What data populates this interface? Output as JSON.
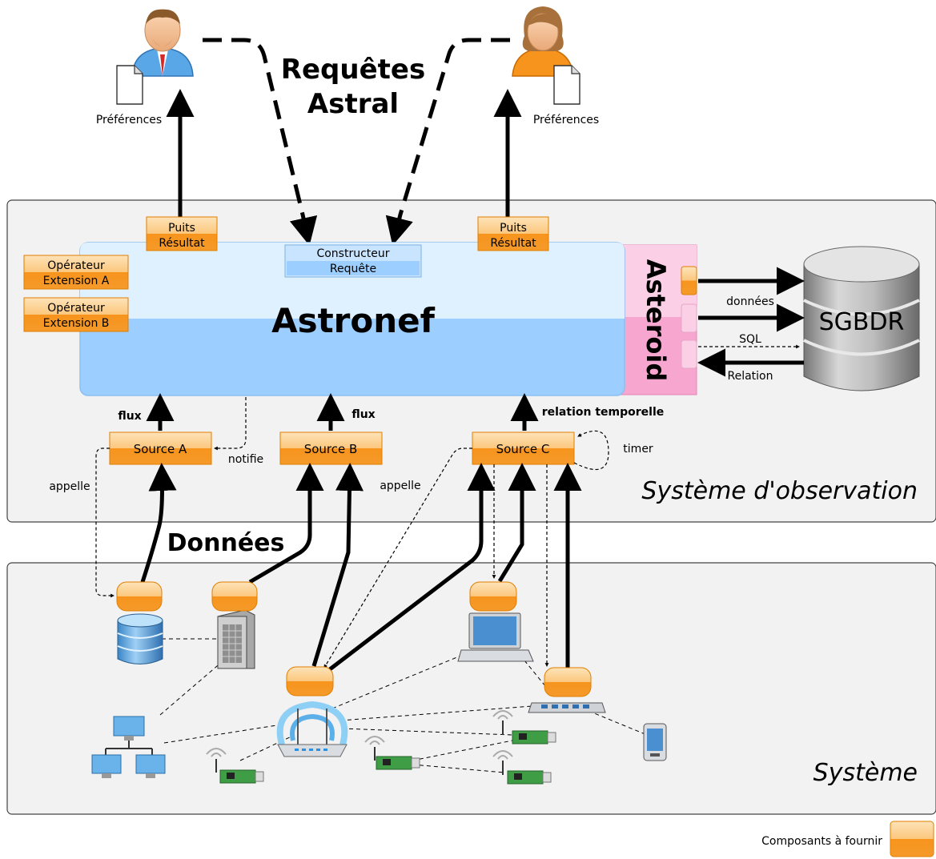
{
  "requests_label": [
    "Requêtes",
    "Astral"
  ],
  "user_left": {
    "doc_label": "Préférences"
  },
  "user_right": {
    "doc_label": "Préférences"
  },
  "observation_system": {
    "title": "Système d'observation",
    "core_name": "Astronef",
    "asteroid_name": "Asteroid",
    "puits_left": [
      "Puits",
      "Résultat"
    ],
    "puits_right": [
      "Puits",
      "Résultat"
    ],
    "constructeur": [
      "Constructeur",
      "Requête"
    ],
    "operator_a": [
      "Opérateur",
      "Extension A"
    ],
    "operator_b": [
      "Opérateur",
      "Extension B"
    ],
    "source_a": "Source A",
    "source_b": "Source B",
    "source_c": "Source C",
    "flux_a": "flux",
    "flux_b": "flux",
    "relation_temporelle": "relation temporelle",
    "timer": "timer",
    "notifie": "notifie",
    "appelle_left": "appelle",
    "appelle_mid": "appelle"
  },
  "database": {
    "name": "SGBDR",
    "donnees": "données",
    "sql": "SQL",
    "relation": "Relation"
  },
  "data_label": "Données",
  "system": {
    "title": "Système"
  },
  "legend": {
    "label": "Composants à fournir",
    "color": "#f7941d"
  },
  "colors": {
    "orange": "#f7941d",
    "orange_light": "#fcd9a8",
    "astronef_top": "#dff0ff",
    "astronef_bottom": "#9ccfff",
    "asteroid": "#f7a6cf",
    "panel": "#f2f2f2"
  },
  "icons": [
    "man-user-icon",
    "woman-user-icon",
    "document-icon",
    "database-icon",
    "server-icon",
    "network-icon",
    "wifi-router-icon",
    "laptop-icon",
    "switch-icon",
    "phone-icon",
    "sensor-board-icon"
  ]
}
